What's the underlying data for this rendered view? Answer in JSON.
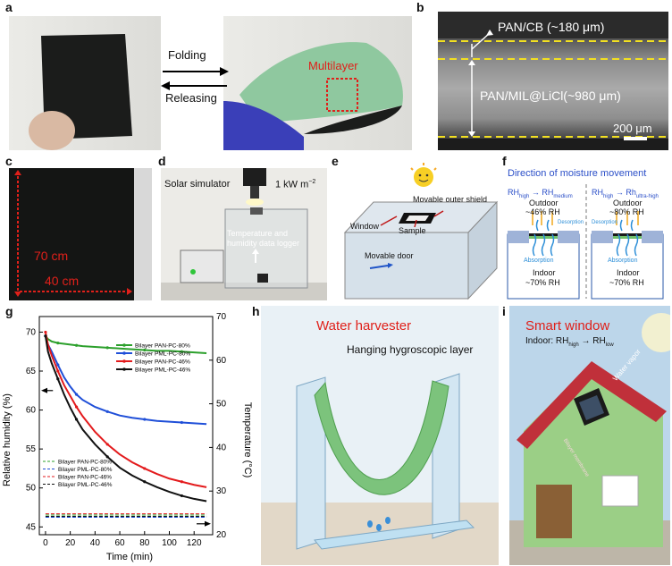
{
  "panel_labels": {
    "a": "a",
    "b": "b",
    "c": "c",
    "d": "d",
    "e": "e",
    "f": "f",
    "g": "g",
    "h": "h",
    "i": "i"
  },
  "panel_a": {
    "folding": "Folding",
    "releasing": "Releasing",
    "multilayer": "Multilayer"
  },
  "panel_b": {
    "top_label": "PAN/CB (~180 μm)",
    "bottom_label": "PAN/MIL@LiCl(~980 μm)",
    "scale": "200 μm"
  },
  "panel_c": {
    "height": "70 cm",
    "width": "40 cm"
  },
  "panel_d": {
    "simulator": "Solar simulator",
    "power": "1 kW m",
    "power_exp": "−2",
    "logger_1": "Temperature and",
    "logger_2": "humidity data logger"
  },
  "panel_e": {
    "shield": "Movable outer shield",
    "window": "Window",
    "sample": "Sample",
    "door": "Movable door"
  },
  "panel_f": {
    "title": "Direction of moisture movement",
    "left_rh": "RH",
    "left_sub1": "high",
    "left_rh2": "RH",
    "left_sub2": "medium",
    "right_rh": "RH",
    "right_sub1": "high",
    "right_rh2": "Rh",
    "right_sub2": "ultra-high",
    "outdoor": "Outdoor",
    "left_outdoor_rh": "~46% RH",
    "right_outdoor_rh": "~80% RH",
    "desorption": "Desorption",
    "absorption": "Absorption",
    "indoor": "Indoor",
    "indoor_rh": "~70% RH"
  },
  "panel_h": {
    "title": "Water harvester",
    "layer": "Hanging hygroscopic layer"
  },
  "panel_i": {
    "title": "Smart window",
    "indoor": "Indoor: RH",
    "sub1": "high",
    "sub2": "low",
    "rh2": "RH",
    "vapor": "Water vapor",
    "membrane": "Bilayer membrane"
  },
  "chart_data": {
    "type": "line",
    "xlabel": "Time (min)",
    "ylabel": "Relative humidity (%)",
    "y2label": "Temperature (°C)",
    "xlim": [
      -5,
      135
    ],
    "ylim": [
      44,
      72
    ],
    "y2lim": [
      20,
      70
    ],
    "xticks": [
      0,
      20,
      40,
      60,
      80,
      100,
      120
    ],
    "yticks": [
      45,
      50,
      55,
      60,
      65,
      70
    ],
    "y2ticks": [
      20,
      30,
      40,
      50,
      60,
      70
    ],
    "x": [
      0,
      2,
      5,
      10,
      15,
      20,
      25,
      30,
      40,
      50,
      60,
      70,
      80,
      90,
      100,
      110,
      120,
      130
    ],
    "series": [
      {
        "name": "Bilayer PAN-PC-80%",
        "axis": "left",
        "color": "#2ca02c",
        "values": [
          69.5,
          69.1,
          68.8,
          68.6,
          68.5,
          68.4,
          68.3,
          68.2,
          68.1,
          68.0,
          67.9,
          67.8,
          67.7,
          67.6,
          67.6,
          67.5,
          67.4,
          67.3
        ]
      },
      {
        "name": "Bilayer PML-PC-80%",
        "axis": "left",
        "color": "#1f4fd8",
        "values": [
          69.5,
          68.4,
          67.5,
          65.8,
          64.2,
          63.0,
          62.0,
          61.3,
          60.4,
          59.8,
          59.3,
          59.0,
          58.8,
          58.6,
          58.5,
          58.4,
          58.3,
          58.2
        ]
      },
      {
        "name": "Bilayer PAN-PC-46%",
        "axis": "left",
        "color": "#e31a1c",
        "values": [
          70.0,
          68.4,
          67.0,
          65.0,
          63.2,
          61.8,
          60.4,
          59.2,
          57.2,
          55.6,
          54.3,
          53.3,
          52.5,
          51.8,
          51.2,
          50.8,
          50.4,
          50.1
        ]
      },
      {
        "name": "Bilayer PML-PC-46%",
        "axis": "left",
        "color": "#111111",
        "values": [
          69.5,
          67.5,
          66.0,
          64.0,
          62.0,
          60.3,
          58.8,
          57.5,
          55.6,
          54.0,
          52.6,
          51.6,
          50.8,
          50.1,
          49.5,
          49.0,
          48.6,
          48.3
        ]
      },
      {
        "name": "Bilayer PAN-PC-80%",
        "axis": "right",
        "dash": true,
        "color": "#2ca02c",
        "values": [
          24.5,
          24.5,
          24.5,
          24.5,
          24.5,
          24.5,
          24.5,
          24.5,
          24.5,
          24.5,
          24.5,
          24.5,
          24.5,
          24.5,
          24.5,
          24.5,
          24.5,
          24.5
        ]
      },
      {
        "name": "Bilayer PML-PC-80%",
        "axis": "right",
        "dash": true,
        "color": "#1f4fd8",
        "values": [
          24.0,
          24.0,
          24.0,
          24.0,
          24.0,
          24.0,
          24.0,
          24.0,
          24.0,
          24.0,
          24.0,
          24.0,
          24.0,
          24.0,
          24.0,
          24.0,
          24.0,
          24.0
        ]
      },
      {
        "name": "Bilayer PAN-PC-46%",
        "axis": "right",
        "dash": true,
        "color": "#e31a1c",
        "values": [
          24.8,
          24.8,
          24.8,
          24.8,
          24.8,
          24.8,
          24.8,
          24.8,
          24.8,
          24.8,
          24.8,
          24.8,
          24.8,
          24.8,
          24.8,
          24.8,
          24.8,
          24.8
        ]
      },
      {
        "name": "Bilayer PML-PC-46%",
        "axis": "right",
        "dash": true,
        "color": "#111111",
        "values": [
          24.2,
          24.2,
          24.2,
          24.2,
          24.2,
          24.2,
          24.2,
          24.2,
          24.2,
          24.2,
          24.2,
          24.2,
          24.2,
          24.2,
          24.2,
          24.2,
          24.2,
          24.2
        ]
      }
    ]
  }
}
